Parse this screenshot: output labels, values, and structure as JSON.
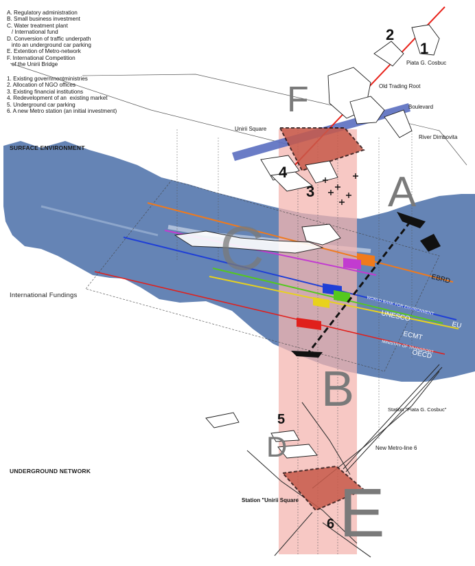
{
  "legend": {
    "projects": [
      "A. Regulatory administration",
      "B. Small business investment",
      "C. Water treatment plant",
      "   / International fund",
      "D. Conversion of traffic underpath",
      "   into an underground car parking",
      "E. Extention of Metro-network",
      "F. International Competition",
      "   of the Unirii Bridge"
    ],
    "institutions": [
      "1. Existing governmentministries",
      "2. Allocation of NGO offices",
      "3. Existing financial institutions",
      "4. Redevelopment of an  existing market",
      "5. Underground car parking",
      "6. A new Metro station (an initial investment)"
    ]
  },
  "sections": {
    "surface": "SURFACE ENVIRONMENT",
    "fundings": "International Fundings",
    "underground": "UNDERGROUND NETWORK"
  },
  "places": {
    "piata_cosbuc": "Piata G. Cosbuc",
    "old_trading_root": "Old Trading Root",
    "boulevard": "Boulevard",
    "unirii_square": "Unirii Square",
    "river": "River Dimbovita",
    "station_cosbuc": "Station \"Piata G. Cosbuc\"",
    "metro_line": "New Metro-line 6",
    "station_unirii": "Station \"Unirii Square"
  },
  "funders": {
    "ebrd": "EBRD",
    "world_bank": "WORLD BANK FOR ENVIRONMENT",
    "unesco": "UNESCO",
    "eu": "EU",
    "ecmt": "ECMT",
    "ministry": "MINISTRY OF TRANSPORT",
    "oecd": "OECD"
  },
  "letters": {
    "a": "A",
    "b": "B",
    "c": "C",
    "d": "D",
    "e": "E",
    "f": "F"
  },
  "numbers": {
    "n1": "1",
    "n2": "2",
    "n3": "3",
    "n4": "4",
    "n5": "5",
    "n6": "6"
  },
  "colors": {
    "river": "#4a6fa8",
    "corridor": "#f4b6b0",
    "ebrd": "#f07a1c",
    "magenta": "#c23bd0",
    "world_bank": "#1f3fd6",
    "unesco": "#55c81e",
    "eu": "#e8d21c",
    "oecd": "#e0201c",
    "boulevard": "#5a6ec0"
  }
}
